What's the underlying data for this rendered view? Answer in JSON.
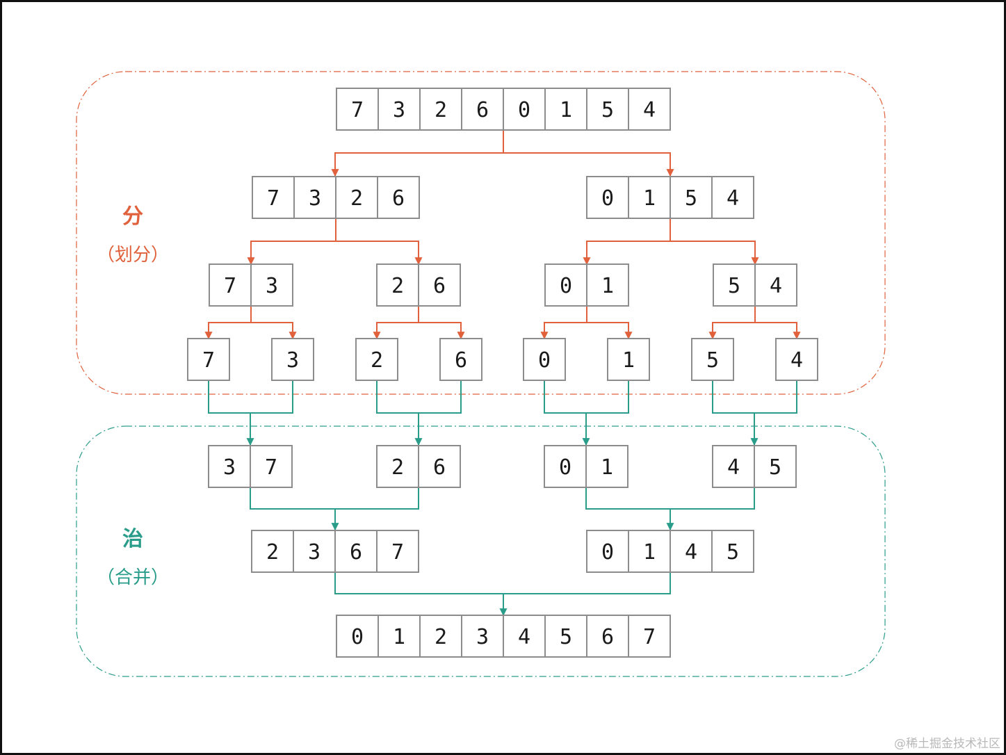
{
  "colors": {
    "divide": "#e0613c",
    "conquer": "#2a9d8a",
    "cell_border": "#8c8c8c",
    "text": "#1a1a1a"
  },
  "divide_phase": {
    "title": "分",
    "subtitle": "（划分）"
  },
  "conquer_phase": {
    "title": "治",
    "subtitle": "（合并）"
  },
  "arrays": {
    "input": [
      "7",
      "3",
      "2",
      "6",
      "0",
      "1",
      "5",
      "4"
    ],
    "split_l1_left": [
      "7",
      "3",
      "2",
      "6"
    ],
    "split_l1_right": [
      "0",
      "1",
      "5",
      "4"
    ],
    "split_l2_a": [
      "7",
      "3"
    ],
    "split_l2_b": [
      "2",
      "6"
    ],
    "split_l2_c": [
      "0",
      "1"
    ],
    "split_l2_d": [
      "5",
      "4"
    ],
    "leaf_1": [
      "7"
    ],
    "leaf_2": [
      "3"
    ],
    "leaf_3": [
      "2"
    ],
    "leaf_4": [
      "6"
    ],
    "leaf_5": [
      "0"
    ],
    "leaf_6": [
      "1"
    ],
    "leaf_7": [
      "5"
    ],
    "leaf_8": [
      "4"
    ],
    "merge_l1_a": [
      "3",
      "7"
    ],
    "merge_l1_b": [
      "2",
      "6"
    ],
    "merge_l1_c": [
      "0",
      "1"
    ],
    "merge_l1_d": [
      "4",
      "5"
    ],
    "merge_l2_left": [
      "2",
      "3",
      "6",
      "7"
    ],
    "merge_l2_right": [
      "0",
      "1",
      "4",
      "5"
    ],
    "output": [
      "0",
      "1",
      "2",
      "3",
      "4",
      "5",
      "6",
      "7"
    ]
  },
  "watermark": "@稀土掘金技术社区"
}
